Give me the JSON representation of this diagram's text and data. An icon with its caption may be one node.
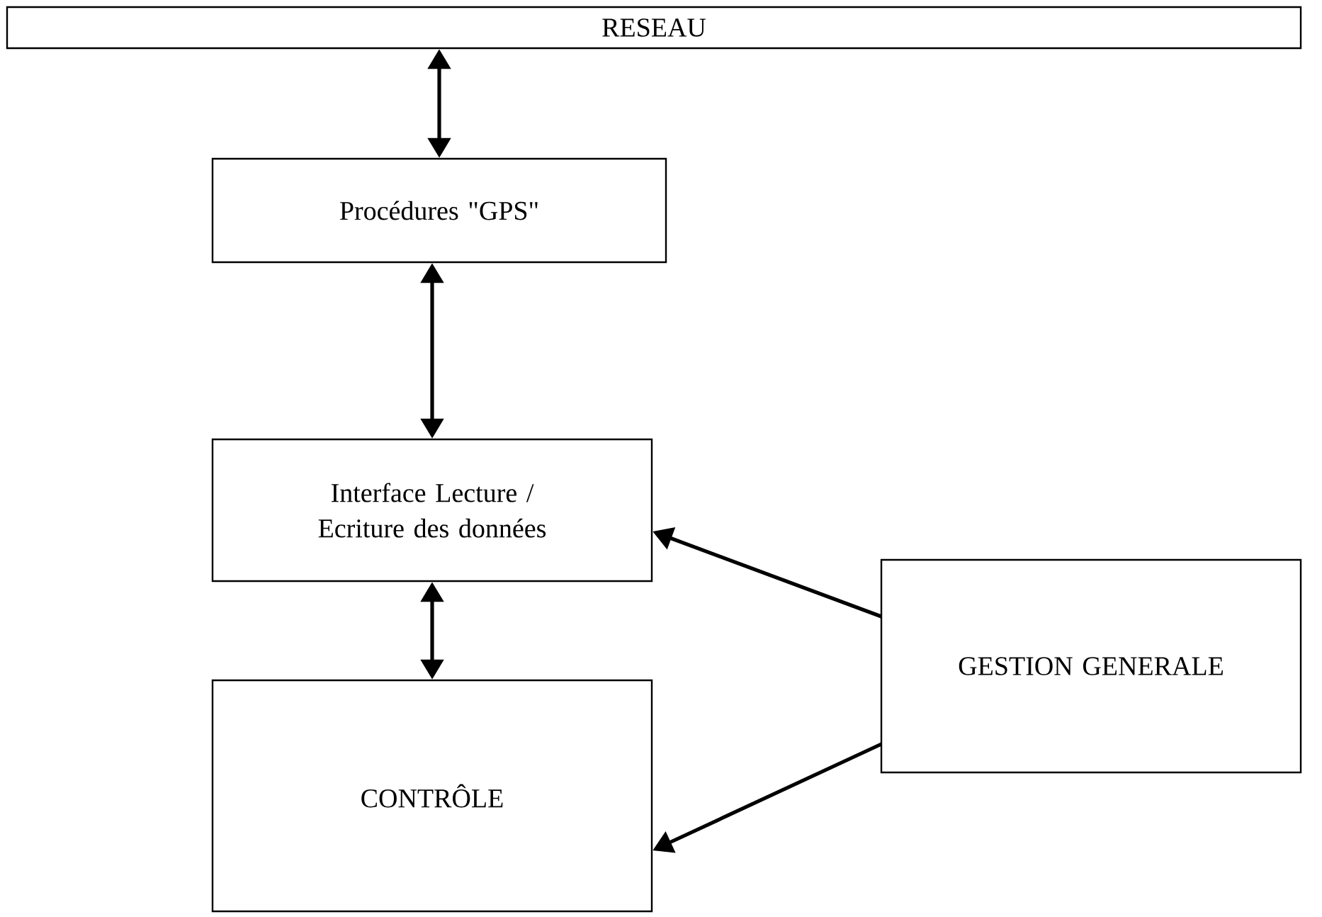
{
  "diagram": {
    "nodes": [
      {
        "text": [
          "RESEAU"
        ]
      },
      {
        "text": [
          "Procédures \"GPS\""
        ]
      },
      {
        "text": [
          "Interface Lecture / Ecriture des données"
        ]
      },
      {
        "text": [
          "CONTRÔLE"
        ]
      },
      {
        "text": [
          "GESTION GENERALE"
        ]
      }
    ],
    "edges": [
      {
        "from": 0,
        "to": 1,
        "arrow": "both"
      },
      {
        "from": 1,
        "to": 2,
        "arrow": "both"
      },
      {
        "from": 2,
        "to": 3,
        "arrow": "both"
      },
      {
        "from": 4,
        "to": 2,
        "arrow": "to"
      },
      {
        "from": 4,
        "to": 3,
        "arrow": "to"
      }
    ]
  }
}
